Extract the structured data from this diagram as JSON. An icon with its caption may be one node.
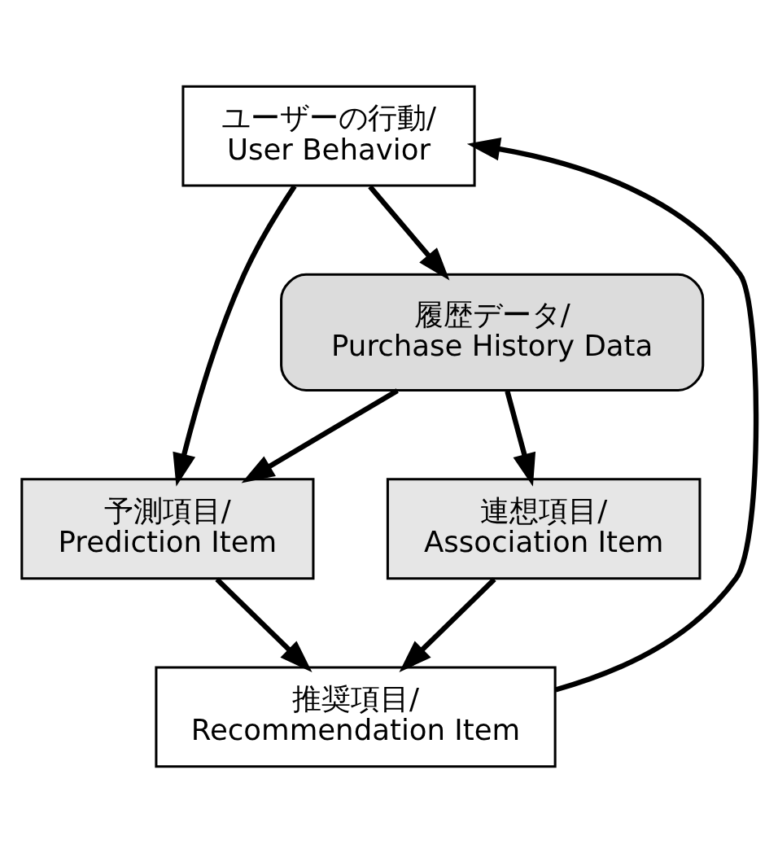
{
  "diagram": {
    "nodes": [
      {
        "text": [
          "ユーザーの行動/ User Behavior"
        ]
      },
      {
        "text": [
          "履歴データ/ Purchase History Data"
        ]
      },
      {
        "text": [
          "予測項目/ Prediction Item"
        ]
      },
      {
        "text": [
          "連想項目/ Association Item"
        ]
      },
      {
        "text": [
          "推奨項目/ Recommendation Item"
        ]
      }
    ],
    "edges": [
      {
        "from": 0,
        "to": 1,
        "arrow": "to"
      },
      {
        "from": 0,
        "to": 2,
        "arrow": "to"
      },
      {
        "from": 1,
        "to": 2,
        "arrow": "to"
      },
      {
        "from": 1,
        "to": 3,
        "arrow": "to"
      },
      {
        "from": 2,
        "to": 4,
        "arrow": "to"
      },
      {
        "from": 3,
        "to": 4,
        "arrow": "to"
      },
      {
        "from": 4,
        "to": 0,
        "arrow": "to"
      }
    ]
  }
}
